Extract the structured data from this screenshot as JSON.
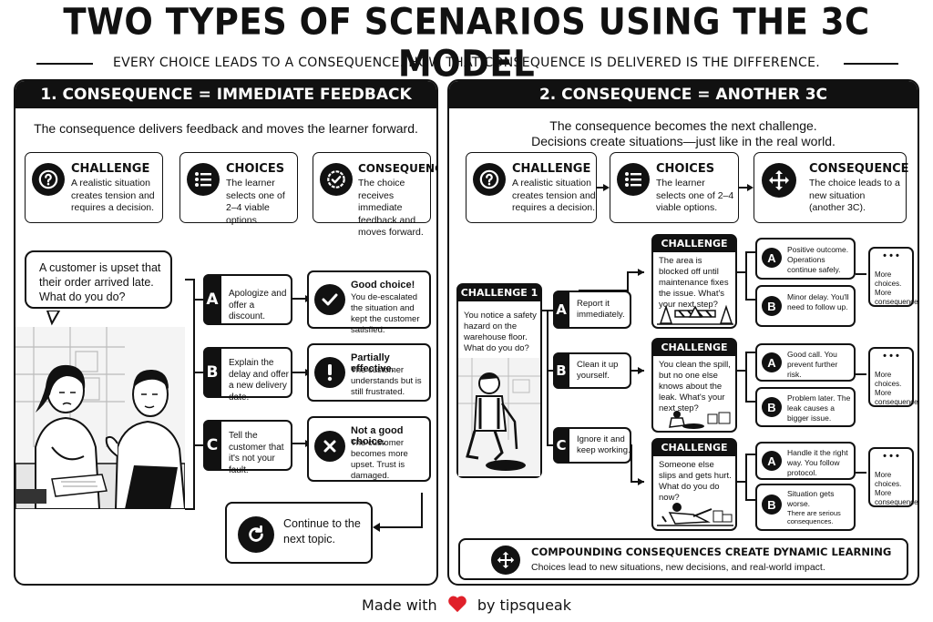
{
  "title": "TWO TYPES OF SCENARIOS USING THE 3C MODEL",
  "subtitle": "EVERY CHOICE LEADS TO A CONSEQUENCE.  HOW THAT CONSEQUENCE IS DELIVERED IS THE DIFFERENCE.",
  "left": {
    "header": "1. CONSEQUENCE = IMMEDIATE FEEDBACK",
    "intro": "The consequence delivers feedback and moves the learner forward.",
    "challenge": {
      "title": "CHALLENGE",
      "text": "A realistic situation creates tension and requires a decision."
    },
    "choices": {
      "title": "CHOICES",
      "text": "The learner selects one of 2–4 viable options."
    },
    "consequence": {
      "title": "CONSEQUENCE",
      "text": "The choice receives immediate feedback and moves forward."
    },
    "bubble": "A customer is upset that their order arrived late. What do you do?",
    "options": [
      {
        "letter": "A",
        "text": "Apologize and offer a discount.",
        "result_title": "Good choice!",
        "result_text": "You de-escalated the situation and kept the customer satisfied.",
        "icon": "check-icon"
      },
      {
        "letter": "B",
        "text": "Explain the delay and offer a new delivery date.",
        "result_title": "Partially effective.",
        "result_text": "The customer understands but is still frustrated.",
        "icon": "exclamation-icon"
      },
      {
        "letter": "C",
        "text": "Tell the customer that it's not your fault.",
        "result_title": "Not a good choice.",
        "result_text": "The customer becomes more upset. Trust is damaged.",
        "icon": "x-icon"
      }
    ],
    "continue": "Continue to the next topic."
  },
  "right": {
    "header": "2. CONSEQUENCE = ANOTHER 3C",
    "intro_line1": "The consequence becomes the next challenge.",
    "intro_line2": "Decisions create situations—just like in the real world.",
    "challenge": {
      "title": "CHALLENGE",
      "text": "A realistic situation creates tension and requires a decision."
    },
    "choices": {
      "title": "CHOICES",
      "text": "The learner selects one of 2–4 viable options."
    },
    "consequence": {
      "title": "CONSEQUENCE",
      "text": "The choice leads to a new situation (another 3C)."
    },
    "challenge1": {
      "title": "CHALLENGE 1",
      "text": "You notice a safety hazard on the warehouse floor. What do you do?"
    },
    "branches": [
      {
        "letter": "A",
        "option": "Report it immediately.",
        "title": "CHALLENGE 2A",
        "text": "The area is blocked off until maintenance fixes the issue. What's your next step?",
        "outcomes": [
          {
            "letter": "A",
            "text": "Positive outcome. Operations continue safely."
          },
          {
            "letter": "B",
            "text": "Minor delay. You'll need to follow up."
          }
        ]
      },
      {
        "letter": "B",
        "option": "Clean it up yourself.",
        "title": "CHALLENGE 2B",
        "text": "You clean the spill, but no one else knows about the leak. What's your next step?",
        "outcomes": [
          {
            "letter": "A",
            "text": "Good call. You prevent further risk."
          },
          {
            "letter": "B",
            "text": "Problem later. The leak causes a bigger issue."
          }
        ]
      },
      {
        "letter": "C",
        "option": "Ignore it and keep working.",
        "title": "CHALLENGE 2C",
        "text": "Someone else slips and gets hurt. What do you do now?",
        "outcomes": [
          {
            "letter": "A",
            "text": "Handle it the right way. You follow protocol."
          },
          {
            "letter": "B",
            "text": "Situation gets worse.",
            "text2": "There are serious consequences."
          }
        ]
      }
    ],
    "more": {
      "dots": "• • •",
      "text": "More choices. More consequences."
    },
    "footer_title": "COMPOUNDING CONSEQUENCES CREATE DYNAMIC LEARNING",
    "footer_text": "Choices lead to new situations, new decisions, and real-world impact."
  },
  "credit": {
    "prefix": "Made with",
    "suffix": "by  tipsqueak"
  }
}
